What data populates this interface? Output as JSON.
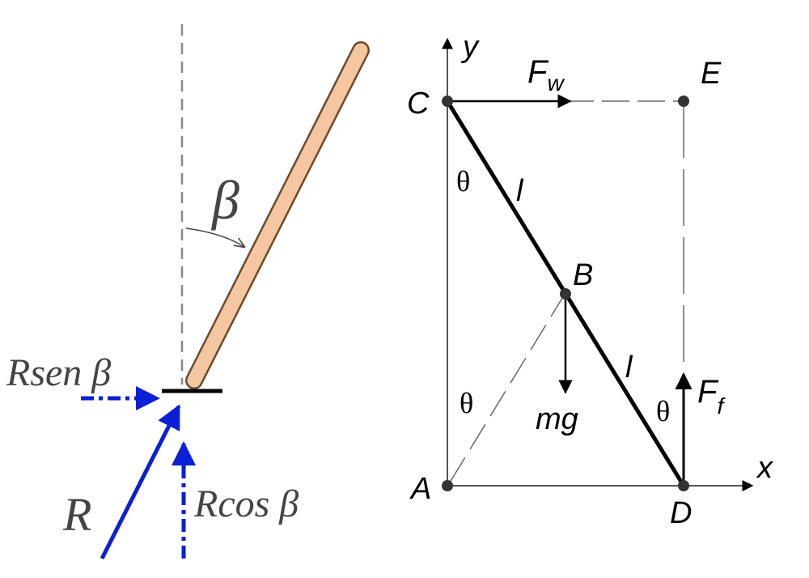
{
  "left_diagram": {
    "angle_label": "β",
    "force_horizontal": "Rsen β",
    "force_resultant": "R",
    "force_vertical": "Rcos β",
    "colors": {
      "rod_fill": "#f5c7a1",
      "force": "#0a1fd6"
    }
  },
  "right_diagram": {
    "axis_x": "x",
    "axis_y": "y",
    "point_a": "A",
    "point_b": "B",
    "point_c": "C",
    "point_d": "D",
    "point_e": "E",
    "force_wall": {
      "base": "F",
      "sub": "w"
    },
    "force_friction": {
      "base": "F",
      "sub": "f"
    },
    "weight": "mg",
    "length_upper": "l",
    "length_lower": "l",
    "angle_top": "θ",
    "angle_left": "θ",
    "angle_right": "θ"
  }
}
